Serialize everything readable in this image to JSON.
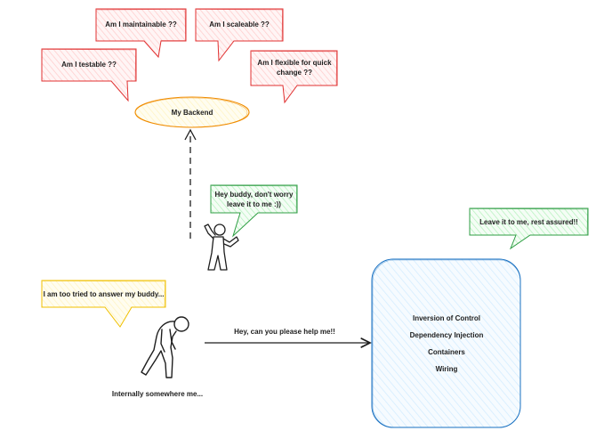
{
  "speech_bubbles": {
    "maintainable": "Am I maintainable ??",
    "scaleable": "Am I scaleable ??",
    "testable": "Am I testable ??",
    "flexible": "Am I flexible for quick change ??",
    "helper_reassure": "Hey buddy, don't worry leave it to me :))",
    "tired": "I am too tried to answer my buddy...",
    "container_reply": "Leave it to me, rest assured!!"
  },
  "backend_label": "My Backend",
  "request_label": "Hey, can you please help me!!",
  "tired_caption": "Internally somewhere me...",
  "container_items": [
    "Inversion of Control",
    "Dependency Injection",
    "Containers",
    "Wiring"
  ],
  "colors": {
    "red_fill": "#ffc9c9",
    "red_stroke": "#e03131",
    "yellow_fill": "#fff3bf",
    "yellow_stroke": "#f0c000",
    "orange_stroke": "#f08c00",
    "green_fill": "#b2f2bb",
    "green_stroke": "#2f9e44",
    "blue_fill": "#e7f5ff",
    "blue_stroke": "#1971c2",
    "ink": "#1e1e1e"
  }
}
